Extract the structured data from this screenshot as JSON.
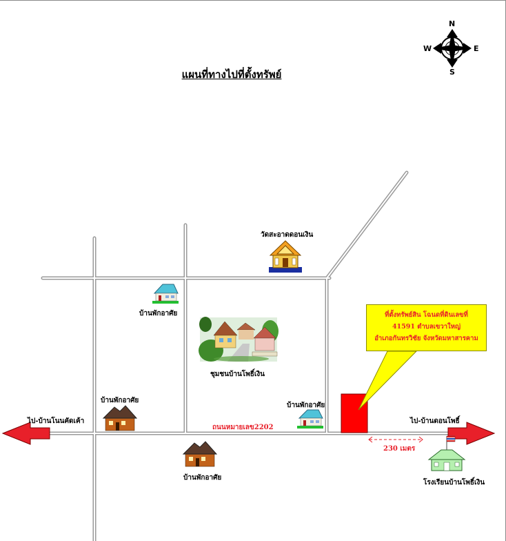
{
  "title": "แผนที่ทางไปที่ตั้งทรัพย์",
  "compass": {
    "n": "N",
    "s": "S",
    "e": "E",
    "w": "W"
  },
  "landmarks": {
    "temple": "วัดสะอาดดอนเงิน",
    "community": "ชุมชนบ้านโพธิ์เงิน",
    "residence_ne": "บ้านพักอาศัย",
    "residence_w": "บ้านพักอาศัย",
    "residence_road": "บ้านพักอาศัย",
    "residence_s": "บ้านพักอาศัย",
    "school": "โรงเรียนบ้านโพธิ์เงิน"
  },
  "directions": {
    "west": "ไป-บ้านโนนคัดเค้า",
    "east": "ไป-บ้านดอนโพธิ์"
  },
  "road_name": "ถนนหมายเลข2202",
  "distance": "230 เมตร",
  "property_callout": {
    "line1": "ที่ตั้งทรัพย์สิน  โฉนดที่ดินเลขที่",
    "line2": "41591 ตำบลเขวาใหญ่",
    "line3": "อำเภอกันทรวิชัย จังหวัดมหาสารคาม"
  },
  "colors": {
    "road": "#b8b8b8",
    "arrow": "#e8202a",
    "property": "#ff0000",
    "callout": "#ffff00",
    "label_red": "#e8202a"
  }
}
